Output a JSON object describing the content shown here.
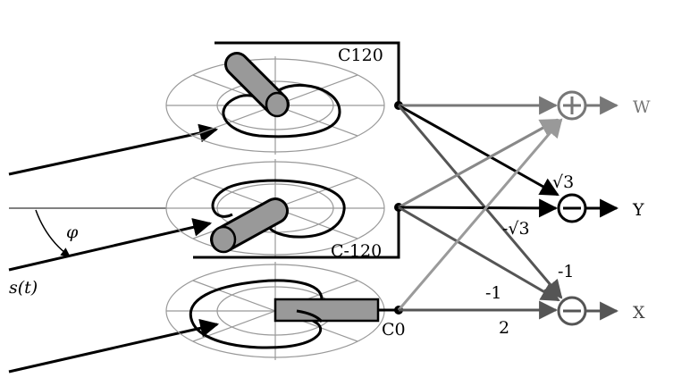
{
  "input": {
    "signal": "s(t)",
    "angle": "φ"
  },
  "capsules": [
    {
      "label": "C120"
    },
    {
      "label": "C-120"
    },
    {
      "label": "C0"
    }
  ],
  "gains": {
    "y_from_c120": "√3",
    "y_from_cm120": "-√3",
    "x_from_c120": "-1",
    "x_from_cm120": "-1",
    "x_from_c0": "2"
  },
  "outputs": [
    {
      "label": "W",
      "operator": "+"
    },
    {
      "label": "Y",
      "operator": "−"
    },
    {
      "label": "X",
      "operator": "−"
    }
  ],
  "colors": {
    "capsule_fill": "#999999",
    "grid": "#999999",
    "gray_line": "#7a7a7a",
    "light_line": "#9a9a9a"
  }
}
